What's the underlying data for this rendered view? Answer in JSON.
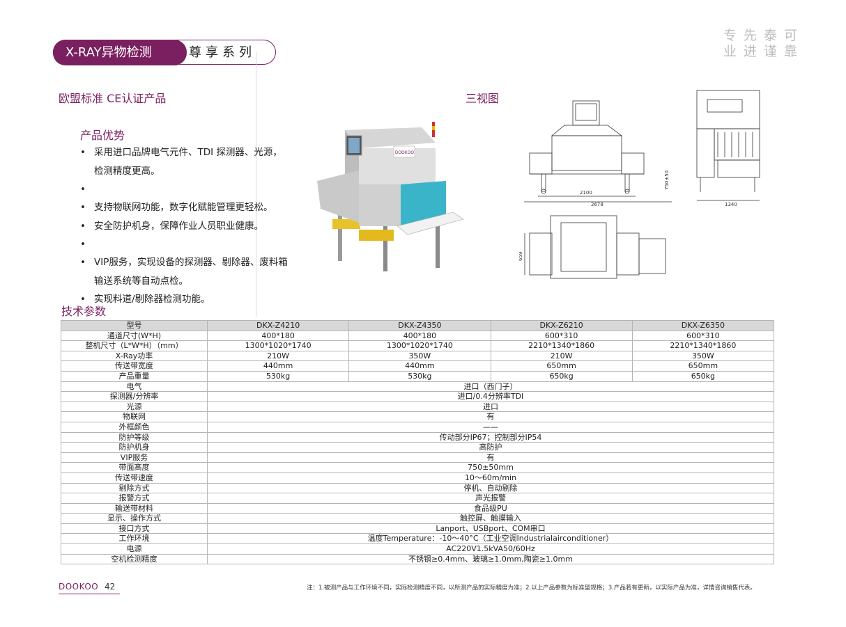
{
  "header": {
    "category": "X-RAY异物检测",
    "series": "尊享系列",
    "seal": [
      "专 先 泰 可",
      "业 进 谨 靠"
    ]
  },
  "sections": {
    "certification": "欧盟标准  CE认证产品",
    "three_views": "三视图",
    "advantages_title": "产品优势",
    "tech_title": "技术参数"
  },
  "product_image": {
    "brand_on_machine": "DOOKOO"
  },
  "drawings": {
    "front_width": "2100",
    "front_total": "2678",
    "front_height": "750±50",
    "side_width": "1340",
    "top_depth": "659"
  },
  "advantages": [
    "采用进口品牌电气元件、TDI 探测器、光源，检测精度更高。",
    "",
    "支持物联网功能，数字化赋能管理更轻松。",
    "安全防护机身，保障作业人员职业健康。",
    "",
    "VIP服务，实现设备的探测器、剔除器、废料箱输送系统等自动点检。",
    "实现料道/剔除器检测功能。"
  ],
  "spec_table": {
    "header": [
      "型号",
      "DKX-Z4210",
      "DKX-Z4350",
      "DKX-Z6210",
      "DKX-Z6350"
    ],
    "model_rows": [
      [
        "通道尺寸(W*H)",
        "400*180",
        "400*180",
        "600*310",
        "600*310"
      ],
      [
        "整机尺寸（L*W*H）（mm）",
        "1300*1020*1740",
        "1300*1020*1740",
        "2210*1340*1860",
        "2210*1340*1860"
      ],
      [
        "X-Ray功率",
        "210W",
        "350W",
        "210W",
        "350W"
      ],
      [
        "传送带宽度",
        "440mm",
        "440mm",
        "650mm",
        "650mm"
      ],
      [
        "产品重量",
        "530kg",
        "530kg",
        "650kg",
        "650kg"
      ]
    ],
    "common_rows": [
      [
        "电气",
        "进口（西门子）"
      ],
      [
        "探测器/分辨率",
        "进口/0.4分辨率TDI"
      ],
      [
        "光源",
        "进口"
      ],
      [
        "物联网",
        "有"
      ],
      [
        "外框颜色",
        "——"
      ],
      [
        "防护等级",
        "传动部分IP67；控制部分IP54"
      ],
      [
        "防护机身",
        "高防护"
      ],
      [
        "VIP服务",
        "有"
      ],
      [
        "带面高度",
        "750±50mm"
      ],
      [
        "传送带速度",
        "10～60m/min"
      ],
      [
        "剔除方式",
        "停机、自动剔除"
      ],
      [
        "报警方式",
        "声光报警"
      ],
      [
        "输送带材料",
        "食品级PU"
      ],
      [
        "显示、操作方式",
        "触控屏、触摸输入"
      ],
      [
        "接口方式",
        "Lanport、USBport、COM串口"
      ],
      [
        "工作环境",
        "温度Temperature：-10～40°C（工业空调Industrialairconditioner）"
      ],
      [
        "电源",
        "AC220V1.5kVA50/60Hz"
      ],
      [
        "空机检测精度",
        "不锈钢≥0.4mm、玻璃≥1.0mm,陶瓷≥1.0mm"
      ]
    ]
  },
  "footer": {
    "brand": "DOOKOO",
    "page": "42",
    "note": "注：1.被测产品与工作环境不同，实际检测精度不同，以所测产品的实际精度为准；2.以上产品参数为标准型规格；3.产品若有更新，以实际产品为准，详情咨询销售代表。"
  },
  "colors": {
    "accent": "#7a1f5f",
    "table_head": "#d8d8d8",
    "table_border": "#b5b5b5"
  }
}
